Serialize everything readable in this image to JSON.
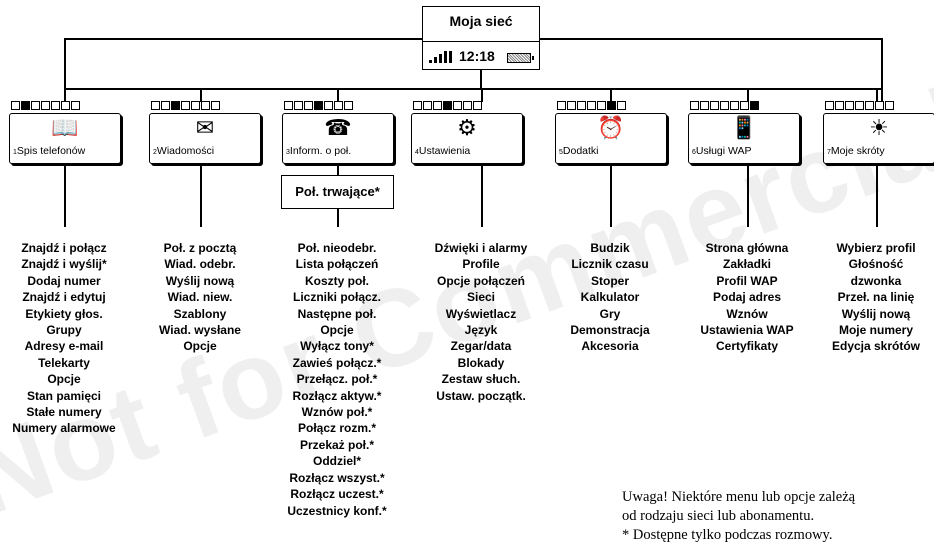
{
  "watermark": "Not for Commercial Use",
  "phone": {
    "title": "Moja sieć",
    "time": "12:18",
    "signal_icon": "signal-bars-icon",
    "battery_icon": "battery-icon"
  },
  "menus": [
    {
      "num": "1",
      "label": "Spis telefonów",
      "icon": "phonebook-icon",
      "glyph": "📖",
      "items": [
        "Znajdź i połącz",
        "Znajdź i wyślij*",
        "Dodaj numer",
        "Znajdź i edytuj",
        "Etykiety głos.",
        "Grupy",
        "Adresy e-mail",
        "Telekarty",
        "Opcje",
        "Stan pamięci",
        "Stałe numery",
        "Numery alarmowe"
      ]
    },
    {
      "num": "2",
      "label": "Wiadomości",
      "icon": "envelope-icon",
      "glyph": "✉",
      "items": [
        "Poł. z pocztą",
        "Wiad. odebr.",
        "Wyślij nową",
        "Wiad. niew.",
        "Szablony",
        "Wiad. wysłane",
        "Opcje"
      ]
    },
    {
      "num": "3",
      "label": "Inform. o poł.",
      "icon": "call-info-icon",
      "glyph": "☎",
      "submenu": "Poł. trwające*",
      "items": [
        "Poł. nieodebr.",
        "Lista połączeń",
        "Koszty poł.",
        "Liczniki połącz.",
        "Następne poł.",
        "Opcje",
        "Wyłącz tony*",
        "Zawieś połącz.*",
        "Przełącz. poł.*",
        "Rozłącz aktyw.*",
        "Wznów poł.*",
        "Połącz rozm.*",
        "Przekaż poł.*",
        "Oddziel*",
        "Rozłącz wszyst.*",
        "Rozłącz uczest.*",
        "Uczestnicy konf.*"
      ]
    },
    {
      "num": "4",
      "label": "Ustawienia",
      "icon": "settings-icon",
      "glyph": "⚙",
      "items": [
        "Dźwięki i alarmy",
        "Profile",
        "Opcje połączeń",
        "Sieci",
        "Wyświetlacz",
        "Język",
        "Zegar/data",
        "Blokady",
        "Zestaw słuch.",
        "Ustaw. początk."
      ]
    },
    {
      "num": "5",
      "label": "Dodatki",
      "icon": "clock-calendar-icon",
      "glyph": "⏰",
      "items": [
        "Budzik",
        "Licznik czasu",
        "Stoper",
        "Kalkulator",
        "Gry",
        "Demonstracja",
        "Akcesoria"
      ]
    },
    {
      "num": "6",
      "label": "Usługi WAP",
      "icon": "wap-phone-icon",
      "glyph": "📱",
      "items": [
        "Strona główna",
        "Zakładki",
        "Profil WAP",
        "Podaj adres",
        "Wznów",
        "Ustawienia WAP",
        "Certyfikaty"
      ]
    },
    {
      "num": "7",
      "label": "Moje skróty",
      "icon": "sun-shortcut-icon",
      "glyph": "☀",
      "items": [
        "Wybierz profil",
        "Głośność",
        "dzwonka",
        "Przeł. na linię",
        "Wyślij nową",
        "Moje numery",
        "Edycja skrótów"
      ]
    }
  ],
  "note": {
    "line1": "Uwaga! Niektóre menu lub opcje zależą",
    "line2": "od rodzaju sieci lub abonamentu.",
    "line3": "* Dostępne tylko podczas rozmowy."
  }
}
